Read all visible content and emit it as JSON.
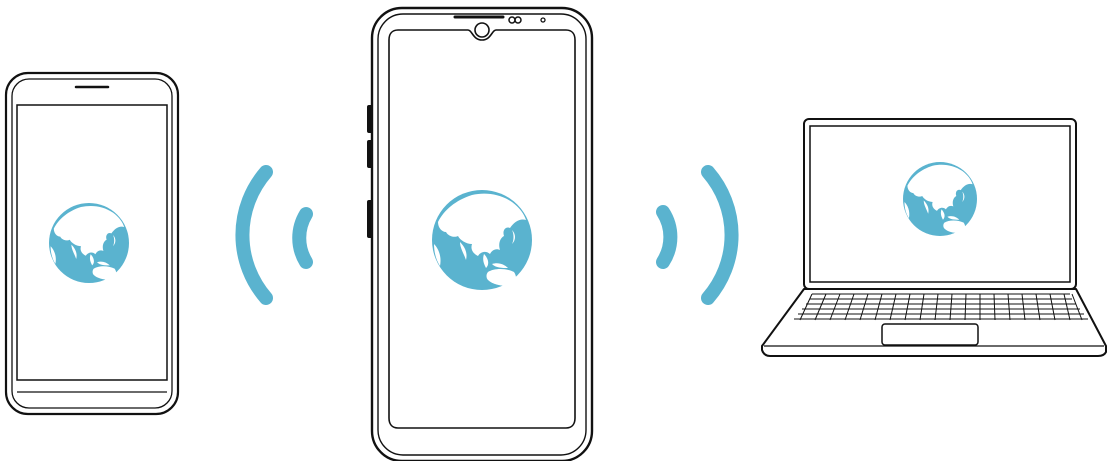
{
  "colors": {
    "outline": "#111111",
    "accent": "#5ab3cf",
    "background": "#ffffff",
    "land": "#ffffff"
  },
  "devices": [
    {
      "kind": "phone",
      "icon": "globe-icon"
    },
    {
      "kind": "phone",
      "icon": "globe-icon"
    },
    {
      "kind": "laptop",
      "icon": "globe-icon"
    }
  ],
  "signals": [
    {
      "direction": "left",
      "icon": "wifi-waves-icon"
    },
    {
      "direction": "right",
      "icon": "wifi-waves-icon"
    }
  ]
}
